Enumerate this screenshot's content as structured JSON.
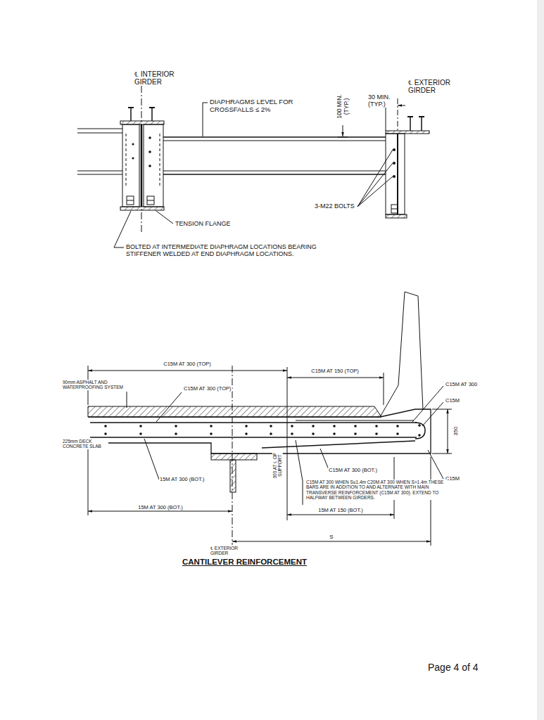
{
  "diagram": {
    "title": "CANTILEVER REINFORCEMENT",
    "labels": [
      "℄ INTERIOR GIRDER",
      "DIAPHRAGMS LEVEL FOR CROSSFALLS ≤ 2%",
      "100 MIN. (TYP.)",
      "30 MIN. (TYP.)",
      "℄ EXTERIOR GIRDER",
      "3-M22 BOLTS",
      "TENSION FLANGE",
      "BOLTED AT INTERMEDIATE DIAPHRAGM LOCATIONS BEARING STIFFENER WELDED AT END DIAPHRAGM LOCATIONS.",
      "C15M AT 300 (TOP)",
      "C15M AT 150 (TOP)",
      "90mm ASPHALT AND WATERPROOFING SYSTEM",
      "C15M AT 300 (TOP)",
      "C15M AT 300",
      "C15M",
      "350",
      "225mm DECK CONCRETE SLAB",
      "15M AT 300 (BOT.)",
      "300 AT ℄ OF SUPPORT",
      "C15M AT 300 (BOT.)",
      "C15M",
      "C15M AT 300 WHEN S≤1.4m C20M AT 300 WHEN S>1.4m THESE BARS ARE IN ADDITION TO AND ALTERNATE WITH MAIN TRANSVERSE REINFORCEMENT (C15M AT 300). EXTEND TO HALFWAY BETWEEN GIRDERS.",
      "15M AT 300 (BOT.)",
      "15M AT 150 (BOT.)",
      "S",
      "℄ EXTERIOR GIRDER",
      "Page 4 of 4"
    ]
  }
}
